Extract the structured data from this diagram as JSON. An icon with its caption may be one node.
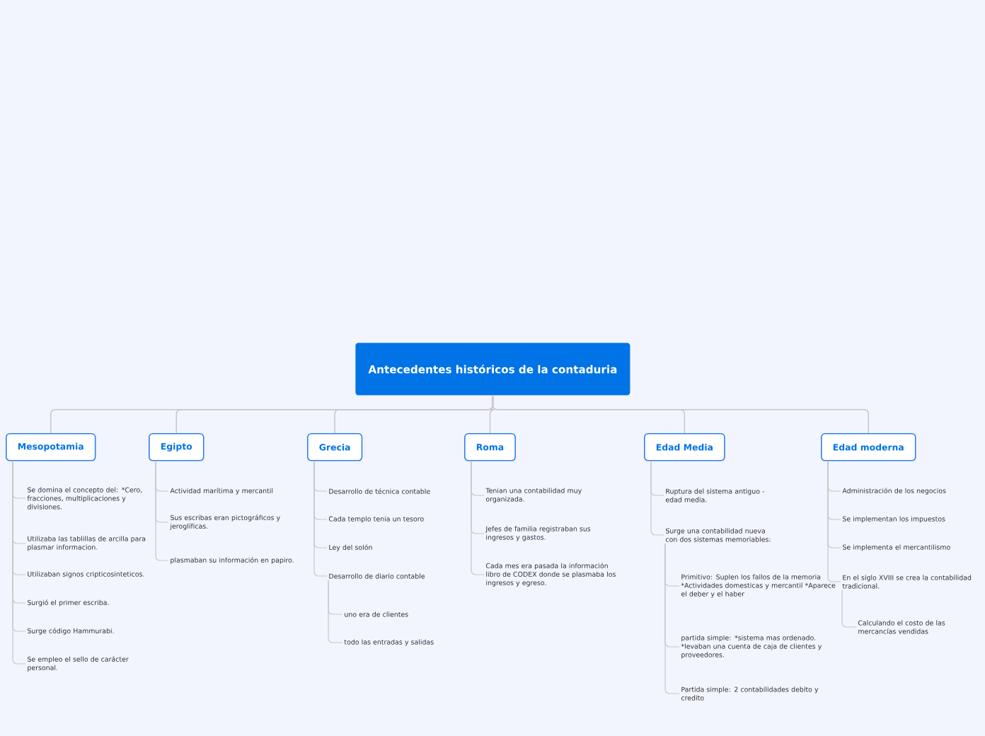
{
  "diagram": {
    "nodes": [
      {
        "text": [
          "Antecedentes históricos de la contaduria"
        ]
      },
      {
        "text": [
          "Mesopotamia"
        ]
      },
      {
        "text": [
          "Egipto"
        ]
      },
      {
        "text": [
          "Grecia"
        ]
      },
      {
        "text": [
          "Roma"
        ]
      },
      {
        "text": [
          "Edad Media"
        ]
      },
      {
        "text": [
          "Edad moderna"
        ]
      },
      {
        "text": [
          "Se domina el concepto del: *Cero, fracciones, multiplicaciones y divisiones."
        ]
      },
      {
        "text": [
          "Utilizaba las tablillas de arcilla para plasmar informacion."
        ]
      },
      {
        "text": [
          "Utilizaban signos cripticosinteticos."
        ]
      },
      {
        "text": [
          "Surgió el primer escriba."
        ]
      },
      {
        "text": [
          "Surge código Hammurabi."
        ]
      },
      {
        "text": [
          "Se empleo el sello de carácter personal."
        ]
      },
      {
        "text": [
          "Actividad marítima y mercantil"
        ]
      },
      {
        "text": [
          "Sus escribas eran pictográficos y jeroglíficas."
        ]
      },
      {
        "text": [
          "plasmaban su información en papiro."
        ]
      },
      {
        "text": [
          "Desarrollo de técnica contable"
        ]
      },
      {
        "text": [
          "Cada templo tenia un tesoro"
        ]
      },
      {
        "text": [
          "Ley del solón"
        ]
      },
      {
        "text": [
          "Desarrollo de diario contable"
        ]
      },
      {
        "text": [
          "uno era de clientes"
        ]
      },
      {
        "text": [
          "todo las entradas y salidas"
        ]
      },
      {
        "text": [
          "Tenian una contabilidad muy organizada."
        ]
      },
      {
        "text": [
          "Jefes de familia registraban sus ingresos y gastos."
        ]
      },
      {
        "text": [
          "Cada mes era pasada la información libro de CODEX donde se plasmaba los ingresos y egreso."
        ]
      },
      {
        "text": [
          "Ruptura del sistema antiguo - edad media."
        ]
      },
      {
        "text": [
          "Surge una contabilidad nueva con dos sistemas memoriables:"
        ]
      },
      {
        "text": [
          "Primitivo: Suplen los fallos de la memoria *Actividades domesticas y mercantil *Aparece el deber y el haber"
        ]
      },
      {
        "text": [
          "partida simple: *sistema mas ordenado. *levaban una cuenta de caja de clientes y proveedores."
        ]
      },
      {
        "text": [
          "Partida simple: 2 contabilidades debito y credito"
        ]
      },
      {
        "text": [
          "Administración de los negocios"
        ]
      },
      {
        "text": [
          "Se implementan los impuestos"
        ]
      },
      {
        "text": [
          "Se implementa el mercantilismo"
        ]
      },
      {
        "text": [
          "En el siglo XVIII se crea la contabilidad tradicional."
        ]
      },
      {
        "text": [
          "Calculando el costo de las mercancías vendidas"
        ]
      }
    ],
    "edges": [
      {
        "from": 0,
        "to": 1,
        "arrow": "none"
      },
      {
        "from": 0,
        "to": 2,
        "arrow": "none"
      },
      {
        "from": 0,
        "to": 3,
        "arrow": "none"
      },
      {
        "from": 0,
        "to": 4,
        "arrow": "none"
      },
      {
        "from": 0,
        "to": 5,
        "arrow": "none"
      },
      {
        "from": 0,
        "to": 6,
        "arrow": "none"
      },
      {
        "from": 1,
        "to": 7,
        "arrow": "none"
      },
      {
        "from": 1,
        "to": 8,
        "arrow": "none"
      },
      {
        "from": 1,
        "to": 9,
        "arrow": "none"
      },
      {
        "from": 1,
        "to": 10,
        "arrow": "none"
      },
      {
        "from": 1,
        "to": 11,
        "arrow": "none"
      },
      {
        "from": 1,
        "to": 12,
        "arrow": "none"
      },
      {
        "from": 2,
        "to": 13,
        "arrow": "none"
      },
      {
        "from": 2,
        "to": 14,
        "arrow": "none"
      },
      {
        "from": 2,
        "to": 15,
        "arrow": "none"
      },
      {
        "from": 3,
        "to": 16,
        "arrow": "none"
      },
      {
        "from": 3,
        "to": 17,
        "arrow": "none"
      },
      {
        "from": 3,
        "to": 18,
        "arrow": "none"
      },
      {
        "from": 3,
        "to": 19,
        "arrow": "none"
      },
      {
        "from": 19,
        "to": 20,
        "arrow": "none"
      },
      {
        "from": 19,
        "to": 21,
        "arrow": "none"
      },
      {
        "from": 4,
        "to": 22,
        "arrow": "none"
      },
      {
        "from": 4,
        "to": 23,
        "arrow": "none"
      },
      {
        "from": 4,
        "to": 24,
        "arrow": "none"
      },
      {
        "from": 5,
        "to": 25,
        "arrow": "none"
      },
      {
        "from": 5,
        "to": 26,
        "arrow": "none"
      },
      {
        "from": 26,
        "to": 27,
        "arrow": "none"
      },
      {
        "from": 26,
        "to": 28,
        "arrow": "none"
      },
      {
        "from": 26,
        "to": 29,
        "arrow": "none"
      },
      {
        "from": 6,
        "to": 30,
        "arrow": "none"
      },
      {
        "from": 6,
        "to": 31,
        "arrow": "none"
      },
      {
        "from": 6,
        "to": 32,
        "arrow": "none"
      },
      {
        "from": 6,
        "to": 33,
        "arrow": "none"
      },
      {
        "from": 33,
        "to": 34,
        "arrow": "none"
      }
    ]
  }
}
